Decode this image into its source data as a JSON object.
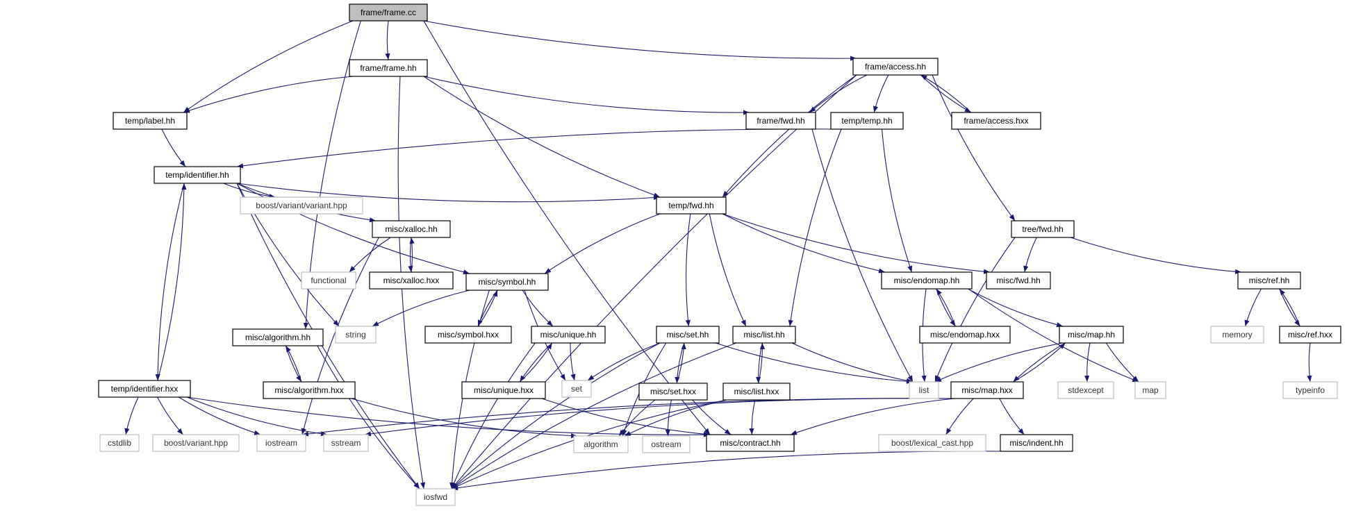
{
  "diagram": {
    "title": "",
    "colors": {
      "edge": "#191970",
      "root_fill": "#bfbfbf",
      "file_border": "#000000",
      "system_border": "#bfbfbf"
    },
    "nodes": [
      {
        "id": "frame_cc",
        "label": "frame/frame.cc",
        "kind": "root"
      },
      {
        "id": "frame_hh",
        "label": "frame/frame.hh",
        "kind": "file"
      },
      {
        "id": "access_hh",
        "label": "frame/access.hh",
        "kind": "file"
      },
      {
        "id": "label_hh",
        "label": "temp/label.hh",
        "kind": "file"
      },
      {
        "id": "frame_fwd",
        "label": "frame/fwd.hh",
        "kind": "file"
      },
      {
        "id": "temp_hh",
        "label": "temp/temp.hh",
        "kind": "file"
      },
      {
        "id": "access_hxx",
        "label": "frame/access.hxx",
        "kind": "file"
      },
      {
        "id": "identifier_hh",
        "label": "temp/identifier.hh",
        "kind": "file"
      },
      {
        "id": "variant_hpp",
        "label": "boost/variant/variant.hpp",
        "kind": "system"
      },
      {
        "id": "xalloc_hh",
        "label": "misc/xalloc.hh",
        "kind": "file"
      },
      {
        "id": "temp_fwd",
        "label": "temp/fwd.hh",
        "kind": "file"
      },
      {
        "id": "tree_fwd",
        "label": "tree/fwd.hh",
        "kind": "file"
      },
      {
        "id": "functional",
        "label": "functional",
        "kind": "system"
      },
      {
        "id": "xalloc_hxx",
        "label": "misc/xalloc.hxx",
        "kind": "file"
      },
      {
        "id": "symbol_hh",
        "label": "misc/symbol.hh",
        "kind": "file"
      },
      {
        "id": "endomap_hh",
        "label": "misc/endomap.hh",
        "kind": "file"
      },
      {
        "id": "misc_fwd",
        "label": "misc/fwd.hh",
        "kind": "file"
      },
      {
        "id": "ref_hh",
        "label": "misc/ref.hh",
        "kind": "file"
      },
      {
        "id": "algorithm_hh",
        "label": "misc/algorithm.hh",
        "kind": "file"
      },
      {
        "id": "string",
        "label": "string",
        "kind": "system"
      },
      {
        "id": "symbol_hxx",
        "label": "misc/symbol.hxx",
        "kind": "file"
      },
      {
        "id": "unique_hh",
        "label": "misc/unique.hh",
        "kind": "file"
      },
      {
        "id": "set_hh",
        "label": "misc/set.hh",
        "kind": "file"
      },
      {
        "id": "list_hh",
        "label": "misc/list.hh",
        "kind": "file"
      },
      {
        "id": "endomap_hxx",
        "label": "misc/endomap.hxx",
        "kind": "file"
      },
      {
        "id": "map_hh",
        "label": "misc/map.hh",
        "kind": "file"
      },
      {
        "id": "memory",
        "label": "memory",
        "kind": "system"
      },
      {
        "id": "ref_hxx",
        "label": "misc/ref.hxx",
        "kind": "file"
      },
      {
        "id": "identifier_hxx",
        "label": "temp/identifier.hxx",
        "kind": "file"
      },
      {
        "id": "algorithm_hxx",
        "label": "misc/algorithm.hxx",
        "kind": "file"
      },
      {
        "id": "unique_hxx",
        "label": "misc/unique.hxx",
        "kind": "file"
      },
      {
        "id": "set",
        "label": "set",
        "kind": "system"
      },
      {
        "id": "set_hxx",
        "label": "misc/set.hxx",
        "kind": "file"
      },
      {
        "id": "list_hxx",
        "label": "misc/list.hxx",
        "kind": "file"
      },
      {
        "id": "list",
        "label": "list",
        "kind": "system"
      },
      {
        "id": "map_hxx",
        "label": "misc/map.hxx",
        "kind": "file"
      },
      {
        "id": "stdexcept",
        "label": "stdexcept",
        "kind": "system"
      },
      {
        "id": "map",
        "label": "map",
        "kind": "system"
      },
      {
        "id": "typeinfo",
        "label": "typeinfo",
        "kind": "system"
      },
      {
        "id": "cstdlib",
        "label": "cstdlib",
        "kind": "system"
      },
      {
        "id": "variant_hpp2",
        "label": "boost/variant.hpp",
        "kind": "system"
      },
      {
        "id": "iostream",
        "label": "iostream",
        "kind": "system"
      },
      {
        "id": "sstream",
        "label": "sstream",
        "kind": "system"
      },
      {
        "id": "algorithm",
        "label": "algorithm",
        "kind": "system"
      },
      {
        "id": "ostream",
        "label": "ostream",
        "kind": "system"
      },
      {
        "id": "contract_hh",
        "label": "misc/contract.hh",
        "kind": "file"
      },
      {
        "id": "lexical_cast",
        "label": "boost/lexical_cast.hpp",
        "kind": "system"
      },
      {
        "id": "indent_hh",
        "label": "misc/indent.hh",
        "kind": "file"
      },
      {
        "id": "iosfwd",
        "label": "iosfwd",
        "kind": "system"
      }
    ],
    "edges": [
      [
        "frame_cc",
        "frame_hh"
      ],
      [
        "frame_cc",
        "access_hh"
      ],
      [
        "frame_cc",
        "label_hh"
      ],
      [
        "frame_cc",
        "algorithm_hh"
      ],
      [
        "frame_cc",
        "contract_hh"
      ],
      [
        "frame_hh",
        "label_hh"
      ],
      [
        "frame_hh",
        "frame_fwd"
      ],
      [
        "frame_hh",
        "temp_fwd"
      ],
      [
        "frame_hh",
        "iosfwd"
      ],
      [
        "access_hh",
        "frame_fwd"
      ],
      [
        "access_hh",
        "temp_hh"
      ],
      [
        "access_hh",
        "access_hxx"
      ],
      [
        "access_hh",
        "temp_fwd"
      ],
      [
        "access_hh",
        "tree_fwd"
      ],
      [
        "access_hh",
        "iosfwd"
      ],
      [
        "access_hxx",
        "access_hh"
      ],
      [
        "label_hh",
        "identifier_hh"
      ],
      [
        "frame_fwd",
        "list"
      ],
      [
        "temp_hh",
        "identifier_hh"
      ],
      [
        "temp_hh",
        "endomap_hh"
      ],
      [
        "temp_hh",
        "list_hh"
      ],
      [
        "identifier_hh",
        "variant_hpp"
      ],
      [
        "identifier_hh",
        "xalloc_hh"
      ],
      [
        "identifier_hh",
        "temp_fwd"
      ],
      [
        "identifier_hh",
        "symbol_hh"
      ],
      [
        "identifier_hh",
        "string"
      ],
      [
        "identifier_hh",
        "identifier_hxx"
      ],
      [
        "identifier_hh",
        "iosfwd"
      ],
      [
        "identifier_hxx",
        "identifier_hh"
      ],
      [
        "identifier_hxx",
        "cstdlib"
      ],
      [
        "identifier_hxx",
        "variant_hpp2"
      ],
      [
        "identifier_hxx",
        "iostream"
      ],
      [
        "identifier_hxx",
        "sstream"
      ],
      [
        "identifier_hxx",
        "contract_hh"
      ],
      [
        "xalloc_hh",
        "functional"
      ],
      [
        "xalloc_hh",
        "xalloc_hxx"
      ],
      [
        "xalloc_hh",
        "iostream"
      ],
      [
        "xalloc_hxx",
        "xalloc_hh"
      ],
      [
        "temp_fwd",
        "symbol_hh"
      ],
      [
        "temp_fwd",
        "endomap_hh"
      ],
      [
        "temp_fwd",
        "misc_fwd"
      ],
      [
        "temp_fwd",
        "set_hh"
      ],
      [
        "temp_fwd",
        "list_hh"
      ],
      [
        "tree_fwd",
        "misc_fwd"
      ],
      [
        "tree_fwd",
        "ref_hh"
      ],
      [
        "tree_fwd",
        "list"
      ],
      [
        "symbol_hh",
        "string"
      ],
      [
        "symbol_hh",
        "symbol_hxx"
      ],
      [
        "symbol_hh",
        "unique_hh"
      ],
      [
        "symbol_hh",
        "set"
      ],
      [
        "symbol_hh",
        "iosfwd"
      ],
      [
        "symbol_hxx",
        "symbol_hh"
      ],
      [
        "unique_hh",
        "set"
      ],
      [
        "unique_hh",
        "unique_hxx"
      ],
      [
        "unique_hh",
        "iosfwd"
      ],
      [
        "unique_hxx",
        "unique_hh"
      ],
      [
        "unique_hxx",
        "contract_hh"
      ],
      [
        "algorithm_hh",
        "algorithm_hxx"
      ],
      [
        "algorithm_hh",
        "iosfwd"
      ],
      [
        "algorithm_hxx",
        "algorithm_hh"
      ],
      [
        "algorithm_hxx",
        "algorithm"
      ],
      [
        "endomap_hh",
        "endomap_hxx"
      ],
      [
        "endomap_hh",
        "map_hh"
      ],
      [
        "endomap_hh",
        "list"
      ],
      [
        "endomap_hh",
        "map"
      ],
      [
        "endomap_hxx",
        "endomap_hh"
      ],
      [
        "ref_hh",
        "memory"
      ],
      [
        "ref_hh",
        "ref_hxx"
      ],
      [
        "ref_hxx",
        "ref_hh"
      ],
      [
        "ref_hxx",
        "typeinfo"
      ],
      [
        "set_hh",
        "set"
      ],
      [
        "set_hh",
        "algorithm"
      ],
      [
        "set_hh",
        "set_hxx"
      ],
      [
        "set_hh",
        "list"
      ],
      [
        "set_hh",
        "iosfwd"
      ],
      [
        "set_hxx",
        "set_hh"
      ],
      [
        "set_hxx",
        "algorithm"
      ],
      [
        "set_hxx",
        "ostream"
      ],
      [
        "set_hxx",
        "contract_hh"
      ],
      [
        "list_hh",
        "list_hxx"
      ],
      [
        "list_hh",
        "list"
      ],
      [
        "list_hh",
        "iosfwd"
      ],
      [
        "list_hxx",
        "list_hh"
      ],
      [
        "list_hxx",
        "algorithm"
      ],
      [
        "list_hxx",
        "contract_hh"
      ],
      [
        "list_hxx",
        "iosfwd"
      ],
      [
        "map_hh",
        "map_hxx"
      ],
      [
        "map_hh",
        "list"
      ],
      [
        "map_hh",
        "stdexcept"
      ],
      [
        "map_hh",
        "map"
      ],
      [
        "map_hxx",
        "map_hh"
      ],
      [
        "map_hxx",
        "iostream"
      ],
      [
        "map_hxx",
        "sstream"
      ],
      [
        "map_hxx",
        "contract_hh"
      ],
      [
        "map_hxx",
        "lexical_cast"
      ],
      [
        "map_hxx",
        "indent_hh"
      ],
      [
        "indent_hh",
        "iosfwd"
      ]
    ]
  }
}
